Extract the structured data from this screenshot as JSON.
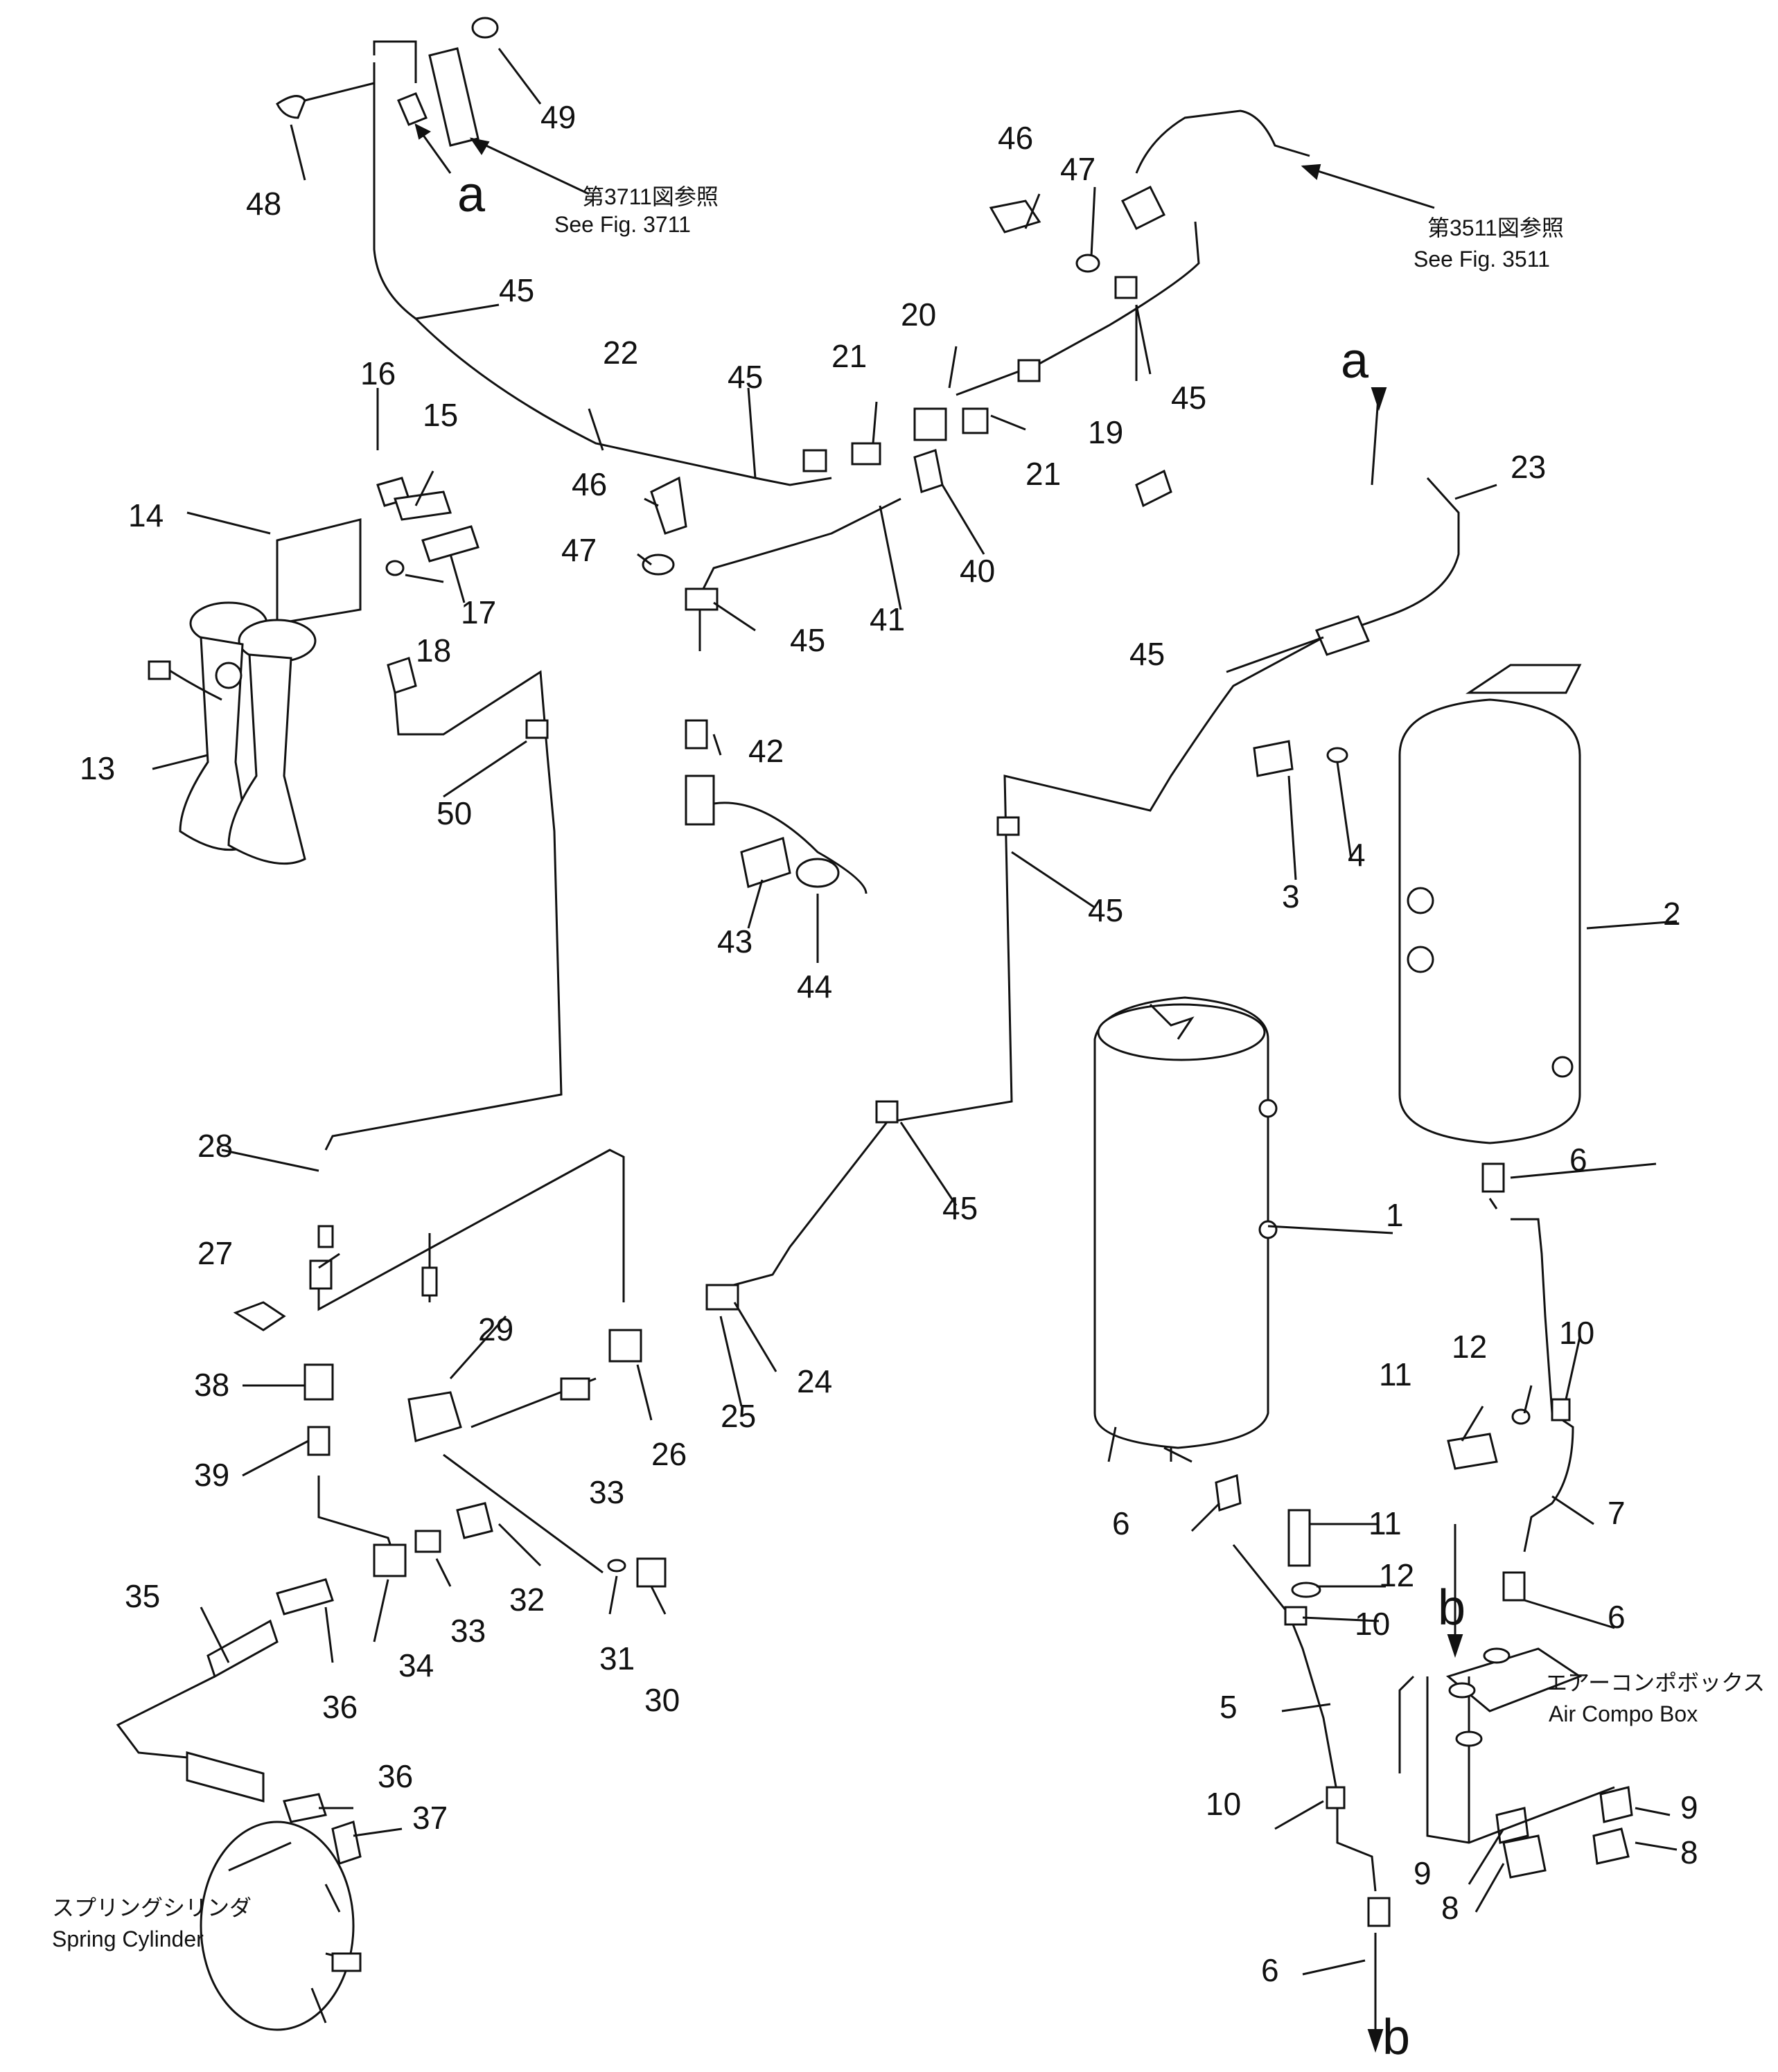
{
  "callouts": [
    "1",
    "2",
    "3",
    "4",
    "5",
    "6",
    "6",
    "6",
    "6",
    "7",
    "8",
    "8",
    "9",
    "9",
    "10",
    "10",
    "10",
    "11",
    "11",
    "12",
    "12",
    "13",
    "14",
    "15",
    "16",
    "17",
    "18",
    "19",
    "20",
    "21",
    "21",
    "22",
    "23",
    "24",
    "25",
    "26",
    "27",
    "28",
    "29",
    "30",
    "31",
    "32",
    "33",
    "33",
    "34",
    "35",
    "36",
    "36",
    "37",
    "38",
    "39",
    "40",
    "41",
    "42",
    "43",
    "44",
    "45",
    "45",
    "45",
    "45",
    "45",
    "45",
    "45",
    "46",
    "46",
    "47",
    "47",
    "48",
    "49",
    "50"
  ],
  "connectors": {
    "a_top": "a",
    "a_right": "a",
    "b_mid": "b",
    "b_bottom": "b"
  },
  "references": {
    "fig3711_jp": "第3711図参照",
    "fig3711_en": "See Fig. 3711",
    "fig3511_jp": "第3511図参照",
    "fig3511_en": "See Fig. 3511",
    "air_compo_jp": "エアーコンポボックス",
    "air_compo_en": "Air Compo Box",
    "spring_jp": "スプリングシリンダ",
    "spring_en": "Spring Cylinder"
  }
}
